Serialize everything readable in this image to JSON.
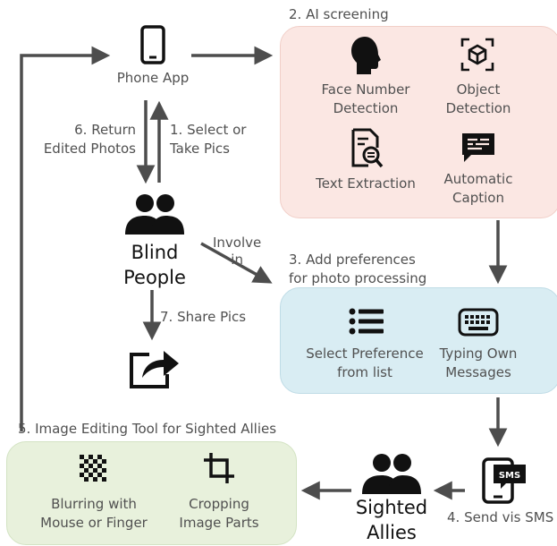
{
  "phone_app": {
    "label": "Phone App"
  },
  "ai_screening": {
    "title": "2. AI screening",
    "face": "Face Number\nDetection",
    "object": "Object\nDetection",
    "text": "Text Extraction",
    "caption": "Automatic\nCaption"
  },
  "steps": {
    "return": "6. Return\nEdited Photos",
    "select": "1. Select or\nTake Pics",
    "involve": "Involve\nin",
    "share": "7. Share Pics",
    "send": "4. Send vis SMS"
  },
  "blind_people": {
    "label": "Blind\nPeople"
  },
  "preferences": {
    "title": "3. Add preferences\nfor photo processing",
    "select_list": "Select Preference\nfrom list",
    "typing": "Typing Own\nMessages"
  },
  "editing": {
    "title": "5. Image Editing Tool for Sighted Allies",
    "blur": "Blurring with\nMouse or Finger",
    "crop": "Cropping\nImage Parts"
  },
  "sighted_allies": {
    "label": "Sighted\nAllies"
  },
  "sms_icon_text": "SMS",
  "colors": {
    "ai_panel": "#fbe7e3",
    "pref_panel": "#d9edf3",
    "edit_panel": "#e8f1dc",
    "arrow": "#4d4d4d",
    "icon": "#111111"
  }
}
